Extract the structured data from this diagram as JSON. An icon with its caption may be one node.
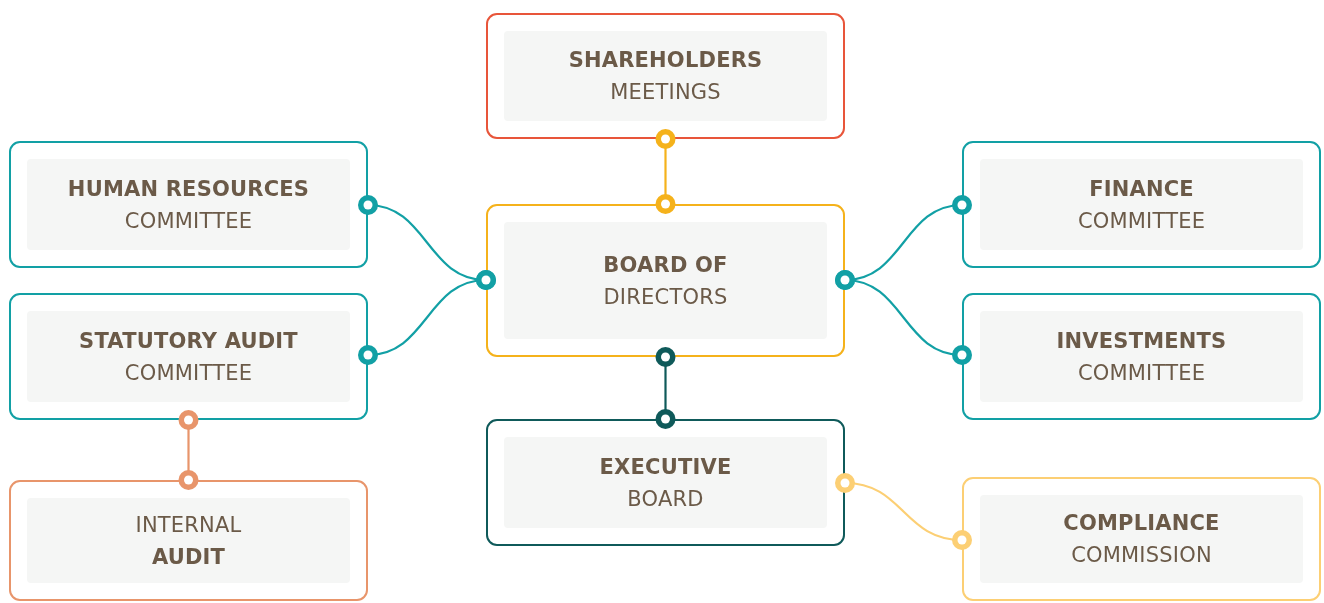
{
  "diagram": {
    "nodes": [
      {
        "text": [
          "**SHAREHOLDERS** MEETINGS"
        ]
      },
      {
        "text": [
          "**HUMAN RESOURCES** COMMITTEE"
        ]
      },
      {
        "text": [
          "**BOARD OF** DIRECTORS"
        ]
      },
      {
        "text": [
          "**FINANCE** COMMITTEE"
        ]
      },
      {
        "text": [
          "**STATUTORY AUDIT** COMMITTEE"
        ]
      },
      {
        "text": [
          "**INVESTMENTS** COMMITTEE"
        ]
      },
      {
        "text": [
          "**EXECUTIVE** BOARD"
        ]
      },
      {
        "text": [
          "INTERNAL **AUDIT**"
        ]
      },
      {
        "text": [
          "**COMPLIANCE** COMMISSION"
        ]
      }
    ],
    "edges": [
      {
        "from": 0,
        "to": 2,
        "arrow": "other",
        "color": "#f5b21b"
      },
      {
        "from": 2,
        "to": 1,
        "arrow": "other"
      },
      {
        "from": 2,
        "to": 4,
        "arrow": "other"
      },
      {
        "from": 2,
        "to": 3,
        "arrow": "other"
      },
      {
        "from": 2,
        "to": 5,
        "arrow": "other"
      },
      {
        "from": 2,
        "to": 6,
        "arrow": "other",
        "color": "#0f5a5a"
      },
      {
        "from": 4,
        "to": 7,
        "arrow": "other",
        "color": "#e8956b"
      },
      {
        "from": 6,
        "to": 8,
        "arrow": "other",
        "color": "#fccf74"
      }
    ]
  }
}
